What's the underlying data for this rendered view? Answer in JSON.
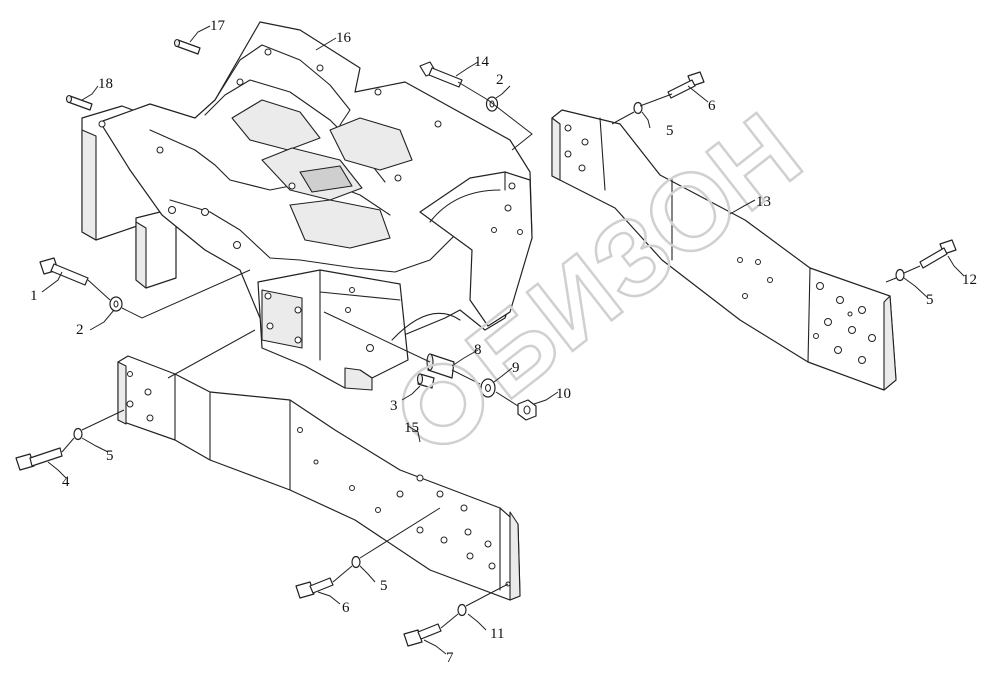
{
  "watermark": {
    "text": "БИЗОН"
  },
  "callouts": [
    {
      "id": "c1",
      "label": "1"
    },
    {
      "id": "c2a",
      "label": "2"
    },
    {
      "id": "c2b",
      "label": "2"
    },
    {
      "id": "c3",
      "label": "3"
    },
    {
      "id": "c4",
      "label": "4"
    },
    {
      "id": "c5a",
      "label": "5"
    },
    {
      "id": "c5b",
      "label": "5"
    },
    {
      "id": "c5c",
      "label": "5"
    },
    {
      "id": "c5d",
      "label": "5"
    },
    {
      "id": "c6a",
      "label": "6"
    },
    {
      "id": "c6b",
      "label": "6"
    },
    {
      "id": "c7",
      "label": "7"
    },
    {
      "id": "c8",
      "label": "8"
    },
    {
      "id": "c9",
      "label": "9"
    },
    {
      "id": "c10",
      "label": "10"
    },
    {
      "id": "c11",
      "label": "11"
    },
    {
      "id": "c12",
      "label": "12"
    },
    {
      "id": "c13",
      "label": "13"
    },
    {
      "id": "c14",
      "label": "14"
    },
    {
      "id": "c15",
      "label": "15"
    },
    {
      "id": "c16",
      "label": "16"
    },
    {
      "id": "c17",
      "label": "17"
    },
    {
      "id": "c18",
      "label": "18"
    }
  ]
}
